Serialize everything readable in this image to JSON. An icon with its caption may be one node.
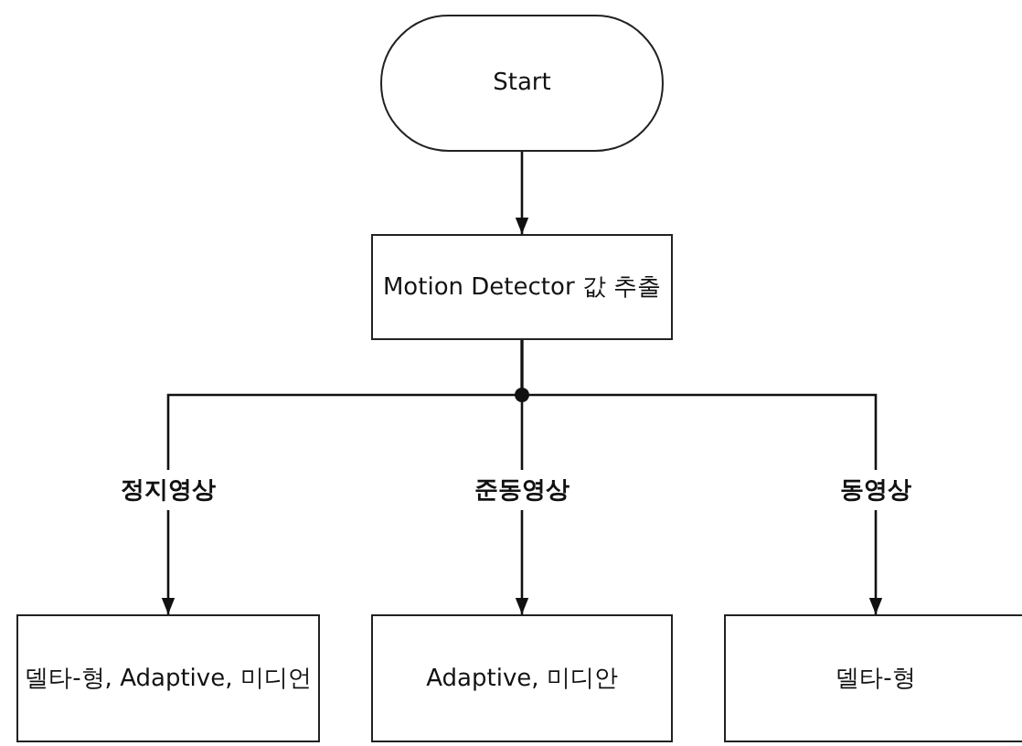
{
  "diagram": {
    "nodes": [
      {
        "text": [
          "Start"
        ]
      },
      {
        "text": [
          "Motion Detector 값 추출"
        ]
      },
      {
        "text": [
          "정지영상"
        ]
      },
      {
        "text": [
          "준동영상"
        ]
      },
      {
        "text": [
          "동영상"
        ]
      },
      {
        "text": [
          "델타-형, Adaptive, 미디언"
        ]
      },
      {
        "text": [
          "Adaptive, 미디안"
        ]
      },
      {
        "text": [
          "델타-형"
        ]
      }
    ],
    "edges": [
      {
        "from": 0,
        "to": 1,
        "arrow": "to"
      },
      {
        "from": 1,
        "to": 2,
        "arrow": "none"
      },
      {
        "from": 1,
        "to": 3,
        "arrow": "none"
      },
      {
        "from": 1,
        "to": 4,
        "arrow": "none"
      },
      {
        "from": 2,
        "to": 5,
        "arrow": "to"
      },
      {
        "from": 3,
        "to": 6,
        "arrow": "to"
      },
      {
        "from": 4,
        "to": 7,
        "arrow": "to"
      }
    ]
  }
}
